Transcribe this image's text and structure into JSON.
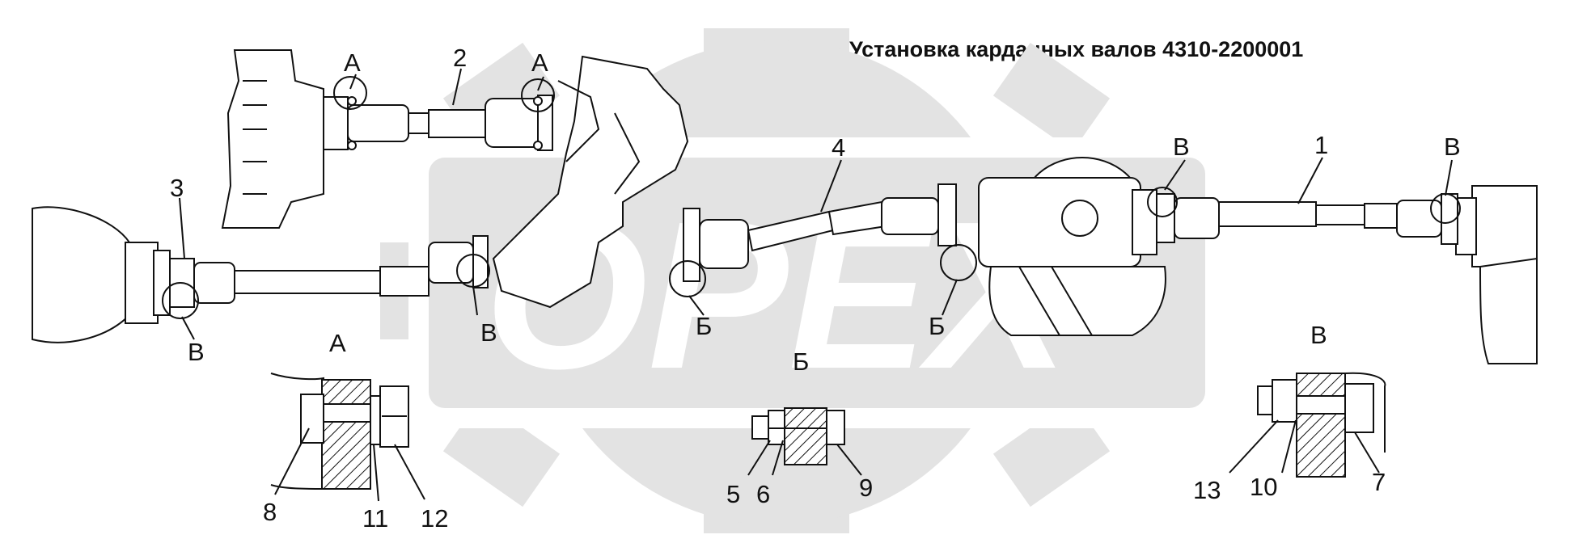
{
  "title": "Установка карданных валов 4310-2200001",
  "watermark": "OPEX",
  "view_labels": {
    "a": "А",
    "b": "Б",
    "v": "В"
  },
  "parts": [
    "1",
    "2",
    "3",
    "4",
    "5",
    "6",
    "7",
    "8",
    "9",
    "10",
    "11",
    "12",
    "13"
  ],
  "colors": {
    "line": "#111111",
    "watermark": "#e3e3e3",
    "background": "#ffffff"
  }
}
